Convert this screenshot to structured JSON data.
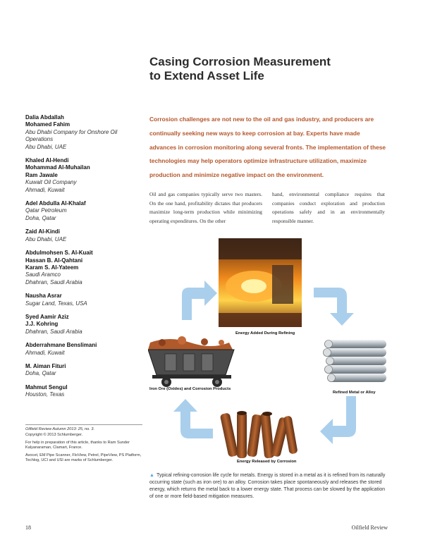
{
  "article": {
    "title_line1": "Casing Corrosion Measurement",
    "title_line2": "to Extend Asset Life",
    "lead": "Corrosion challenges are not new to the oil and gas industry, and producers are continually seeking new ways to keep corrosion at bay. Experts have made advances in corrosion monitoring along several fronts. The implementation of these technologies may help operators optimize infrastructure utilization, maximize production and minimize negative impact on the environment.",
    "body_col1": "Oil and gas companies typically serve two masters. On the one hand, profitability dictates that producers maximize long-term production while minimizing operating expenditures. On the other",
    "body_col2": "hand, environmental compliance requires that companies conduct exploration and production operations safely and in an environmentally responsible manner."
  },
  "authors": [
    {
      "names": [
        "Dalia Abdallah",
        "Mohamed Fahim"
      ],
      "affiliation": [
        "Abu Dhabi Company for Onshore Oil Operations",
        "Abu Dhabi, UAE"
      ]
    },
    {
      "names": [
        "Khaled Al-Hendi",
        "Mohammad Al-Muhailan",
        "Ram Jawale"
      ],
      "affiliation": [
        "Kuwait Oil Company",
        "Ahmadi, Kuwait"
      ]
    },
    {
      "names": [
        "Adel Abdulla Al-Khalaf"
      ],
      "affiliation": [
        "Qatar Petroleum",
        "Doha, Qatar"
      ]
    },
    {
      "names": [
        "Zaid Al-Kindi"
      ],
      "affiliation": [
        "Abu Dhabi, UAE"
      ]
    },
    {
      "names": [
        "Abdulmohsen S. Al-Kuait",
        "Hassan B. Al-Qahtani",
        "Karam S. Al-Yateem"
      ],
      "affiliation": [
        "Saudi Aramco",
        "Dhahran, Saudi Arabia"
      ]
    },
    {
      "names": [
        "Nausha Asrar"
      ],
      "affiliation": [
        "Sugar Land, Texas, USA"
      ]
    },
    {
      "names": [
        "Syed Aamir Aziz",
        "J.J. Kohring"
      ],
      "affiliation": [
        "Dhahran, Saudi Arabia"
      ]
    },
    {
      "names": [
        "Abderrahmane Benslimani"
      ],
      "affiliation": [
        "Ahmadi, Kuwait"
      ]
    },
    {
      "names": [
        "M. Aiman Fituri"
      ],
      "affiliation": [
        "Doha, Qatar"
      ]
    },
    {
      "names": [
        "Mahmut Sengul"
      ],
      "affiliation": [
        "Houston, Texas"
      ]
    }
  ],
  "credits": {
    "line1": "Oilfield Review Autumn 2013: 25, no. 3.",
    "line2": "Copyright © 2013 Schlumberger.",
    "line3": "For help in preparation of this article, thanks to Ram Sunder Kalyanaraman, Clamart, France.",
    "line4": "Avocet, EM Pipe Scanner, FloView, Petrel, PipeView, PS Platform, Techlog, UCI and USI are marks of Schlumberger."
  },
  "diagram": {
    "label_refining": "Energy Added During Refining",
    "label_metal": "Refined Metal or Alloy",
    "label_corrosion": "Energy Released by Corrosion",
    "label_ore": "Iron Ore (Oxides) and Corrosion Products",
    "arrow_color": "#a9cfec",
    "fire_color": "#e8641a"
  },
  "caption": "Typical refining-corrosion life cycle for metals. Energy is stored in a metal as it is refined from its naturally occurring state (such as iron ore) to an alloy. Corrosion takes place spontaneously and releases the stored energy, which returns the metal back to a lower energy state. That process can be slowed by the application of one or more field-based mitigation measures.",
  "footer": {
    "page_number": "18",
    "journal": "Oilfield Review"
  }
}
